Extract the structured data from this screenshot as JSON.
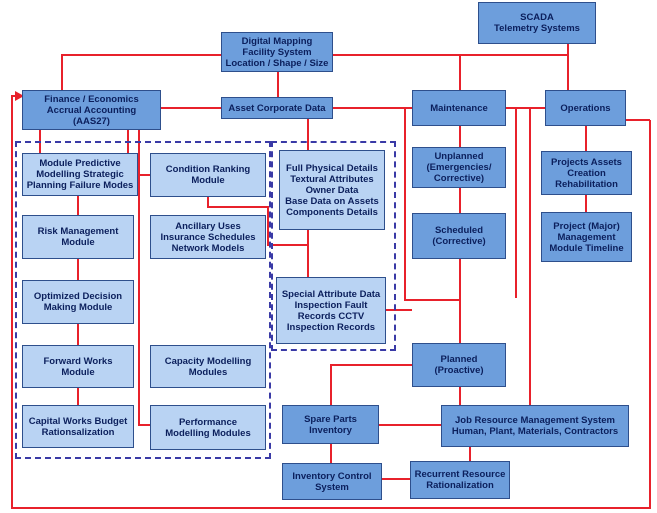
{
  "colors": {
    "connector": "#e8212b",
    "dark_box": "#6d9edc",
    "light_box": "#b9d3f3",
    "dashed_border": "#3a3aa6",
    "box_text": "#0b1f5c"
  },
  "boxes": {
    "scada": "SCADA\nTelemetry Systems",
    "digital_mapping": "Digital Mapping\nFacility System\nLocation / Shape / Size",
    "finance": "Finance / Economics\nAccrual Accounting\n(AAS27)",
    "asset_corporate_data": "Asset Corporate Data",
    "maintenance": "Maintenance",
    "operations": "Operations",
    "module_predictive": "Module Predictive\nModelling Strategic\nPlanning Failure Modes",
    "condition_ranking": "Condition Ranking\nModule",
    "full_physical_details": "Full Physical Details\nTextural Attributes\nOwner Data\nBase Data on Assets\nComponents Details",
    "unplanned": "Unplanned\n(Emergencies/\nCorrective)",
    "projects_assets": "Projects Assets\nCreation Rehabilitation",
    "risk_management": "Risk Management\nModule",
    "ancillary_uses": "Ancillary Uses\nInsurance Schedules\nNetwork Models",
    "scheduled": "Scheduled\n(Corrective)",
    "project_major": "Project (Major)\nManagement\nModule Timeline",
    "optimized_decision": "Optimized Decision\nMaking Module",
    "special_attribute": "Special Attribute Data\nInspection Fault\nRecords CCTV\nInspection Records",
    "forward_works": "Forward Works\nModule",
    "capacity_modelling": "Capacity Modelling\nModules",
    "planned": "Planned\n(Proactive)",
    "capital_works": "Capital Works Budget\nRationsalization",
    "performance_modelling": "Performance\nModelling Modules",
    "spare_parts": "Spare Parts\nInventory",
    "job_resource": "Job Resource Management System\nHuman, Plant, Materials, Contractors",
    "inventory_control": "Inventory Control\nSystem",
    "recurrent_resource": "Recurrent Resource\nRationalization"
  }
}
